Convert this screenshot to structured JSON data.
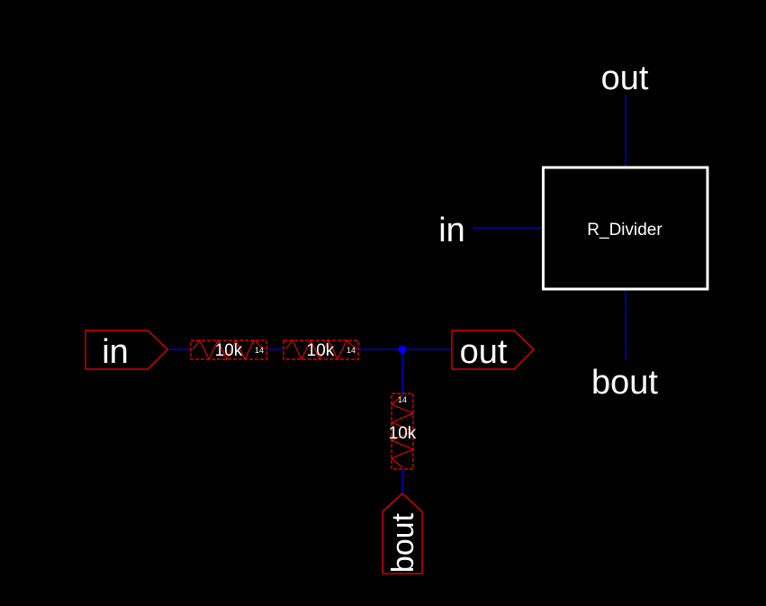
{
  "symbol": {
    "name": "R_Divider",
    "pin_in": "in",
    "pin_out": "out",
    "pin_bout": "bout"
  },
  "schematic": {
    "port_in": "in",
    "port_out": "out",
    "port_bout": "bout",
    "resistors": [
      {
        "value": "10k",
        "pin_label": "14"
      },
      {
        "value": "10k",
        "pin_label": "14"
      },
      {
        "value": "10k",
        "pin_label": "14"
      }
    ]
  },
  "colors": {
    "background": "#000000",
    "wire": "#0000ff",
    "component": "#ff0000",
    "symbol_outline": "#ffffff",
    "text": "#ffffff",
    "junction": "#0000ff"
  }
}
